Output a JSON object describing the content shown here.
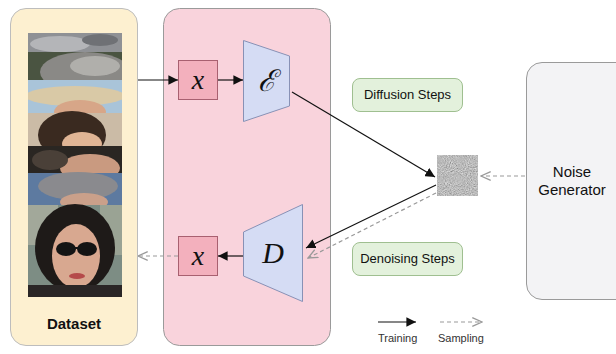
{
  "diagram": {
    "nodes": [
      {
        "text": [
          "Dataset"
        ]
      },
      {
        "text": [
          "x"
        ]
      },
      {
        "text": [
          "ℰ"
        ]
      },
      {
        "text": [
          "Diffusion Steps"
        ]
      },
      {
        "text": [
          "x"
        ]
      },
      {
        "text": [
          "D"
        ]
      },
      {
        "text": [
          "Denoising Steps"
        ]
      },
      {
        "text": [
          "Noise Generator"
        ]
      }
    ],
    "edges": [
      {
        "from": 0,
        "to": 1,
        "arrow": "to"
      },
      {
        "from": 1,
        "to": 2,
        "arrow": "to"
      },
      {
        "from": 5,
        "to": 4,
        "arrow": "to"
      },
      {
        "from": 4,
        "to": 0,
        "arrow": "to"
      }
    ],
    "legend": [
      {
        "text": "Training"
      },
      {
        "text": "Sampling"
      }
    ]
  }
}
